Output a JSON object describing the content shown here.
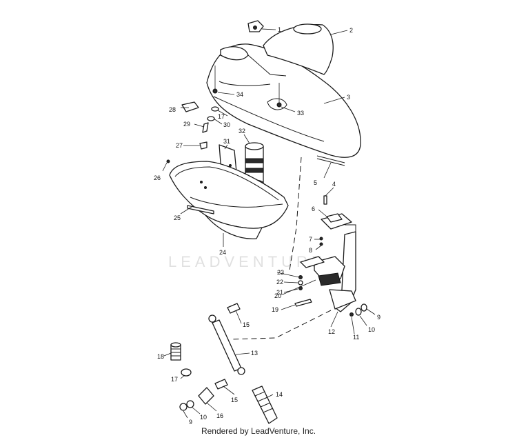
{
  "watermark": "LEADVENTURE",
  "footer": "Rendered by LeadVenture, Inc.",
  "callouts": {
    "c1": "1",
    "c2": "2",
    "c3": "3",
    "c4": "4",
    "c5": "5",
    "c6": "6",
    "c7": "7",
    "c8": "8",
    "c9a": "9",
    "c9b": "9",
    "c10a": "10",
    "c10b": "10",
    "c11": "11",
    "c12": "12",
    "c13": "13",
    "c14": "14",
    "c15a": "15",
    "c15b": "15",
    "c16": "16",
    "c17a": "17",
    "c17b": "17",
    "c18": "18",
    "c19": "19",
    "c20": "20",
    "c21": "21",
    "c22": "22",
    "c23": "23",
    "c24": "24",
    "c25": "25",
    "c26": "26",
    "c27": "27",
    "c28": "28",
    "c29": "29",
    "c30": "30",
    "c31": "31",
    "c32": "32",
    "c33": "33",
    "c34": "34"
  }
}
